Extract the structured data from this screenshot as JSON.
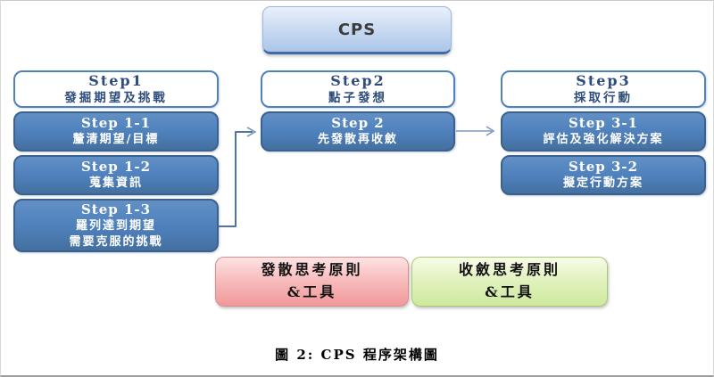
{
  "diagram": {
    "cps_box": {
      "label": "CPS"
    },
    "columns": [
      {
        "header": {
          "line1": "Step1",
          "line2": "發掘期望及挑戰"
        },
        "steps": [
          {
            "line1": "Step 1-1",
            "line2": "釐清期望/目標"
          },
          {
            "line1": "Step 1-2",
            "line2": "蒐集資訊"
          },
          {
            "line1": "Step 1-3",
            "line2": "羅列達到期望",
            "line3": "需要克服的挑戰"
          }
        ]
      },
      {
        "header": {
          "line1": "Step2",
          "line2": "點子發想"
        },
        "steps": [
          {
            "line1": "Step 2",
            "line2": "先發散再收斂"
          }
        ]
      },
      {
        "header": {
          "line1": "Step3",
          "line2": "採取行動"
        },
        "steps": [
          {
            "line1": "Step 3-1",
            "line2": "評估及強化解決方案"
          },
          {
            "line1": "Step 3-2",
            "line2": "擬定行動方案"
          }
        ]
      }
    ],
    "tool_boxes": [
      {
        "line1": "發散思考原則",
        "line2": "&工具",
        "color_name": "pink"
      },
      {
        "line1": "收斂思考原則",
        "line2": "&工具",
        "color_name": "green"
      }
    ],
    "caption": "圖 2: CPS 程序架構圖",
    "colors": {
      "step_blue": "#4f81bd",
      "step_blue_border": "#3a618f",
      "cps_fill": "#bcd0ed",
      "pink_fill": "#f0989a",
      "green_fill": "#cde99e",
      "connector": "#5d7fae"
    }
  }
}
